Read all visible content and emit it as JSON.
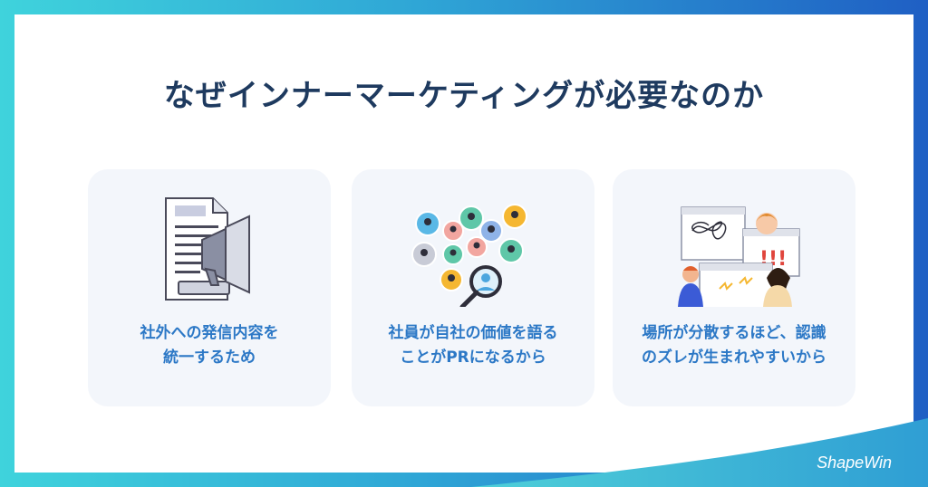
{
  "title": "なぜインナーマーケティングが必要なのか",
  "cards": [
    {
      "icon": "megaphone-document-icon",
      "line1": "社外への発信内容を",
      "line2": "統一するため"
    },
    {
      "icon": "people-search-icon",
      "line1": "社員が自社の価値を語る",
      "line2": "ことがPRになるから"
    },
    {
      "icon": "confused-team-icon",
      "line1": "場所が分散するほど、認識",
      "line2": "のズレが生まれやすいから"
    }
  ],
  "logo": "ShapeWin",
  "colors": {
    "title": "#1e3a5f",
    "caption": "#2c78c6",
    "card_bg": "#f3f6fb",
    "frame_start": "#3fd3dc",
    "frame_end": "#1f5fc4"
  }
}
